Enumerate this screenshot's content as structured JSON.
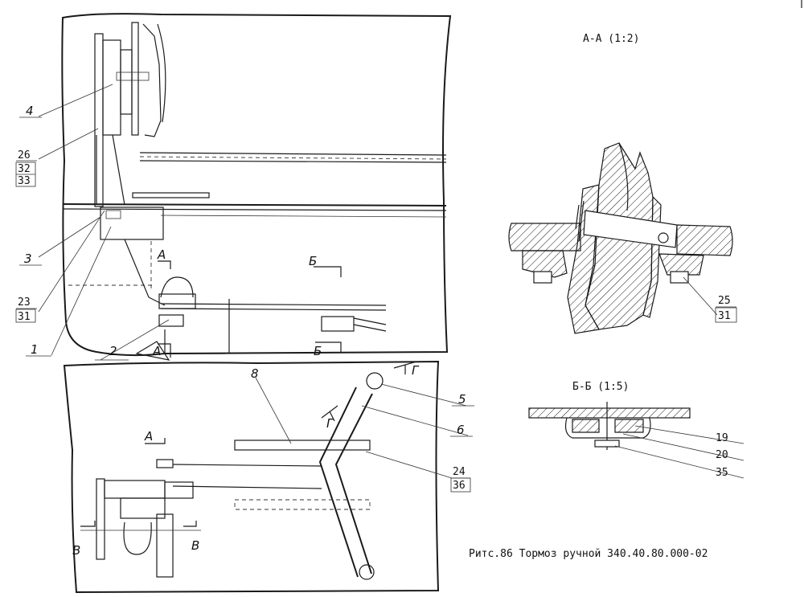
{
  "sections": {
    "aa": "А-А (1:2)",
    "bb": "Б-Б (1:5)"
  },
  "caption": "Ритс.86 Тормоз ручной 340.40.80.000-02",
  "callouts": {
    "c4": "4",
    "c26": "26",
    "c32": "32",
    "c33": "33",
    "c3": "3",
    "c23": "23",
    "c31a": "31",
    "c1": "1",
    "c2": "2",
    "c25": "25",
    "c31b": "31",
    "c5": "5",
    "c6": "6",
    "c8": "8",
    "c24": "24",
    "c36": "36",
    "c19": "19",
    "c20": "20",
    "c35": "35"
  },
  "cuts": {
    "a1": "А",
    "a2": "А",
    "a3": "А",
    "b1": "Б",
    "b2": "Б",
    "v1": "В",
    "v2": "В",
    "g1": "Г",
    "g2": "Г"
  },
  "colors": {
    "ink": "#1a1a1a",
    "paper": "#ffffff"
  }
}
